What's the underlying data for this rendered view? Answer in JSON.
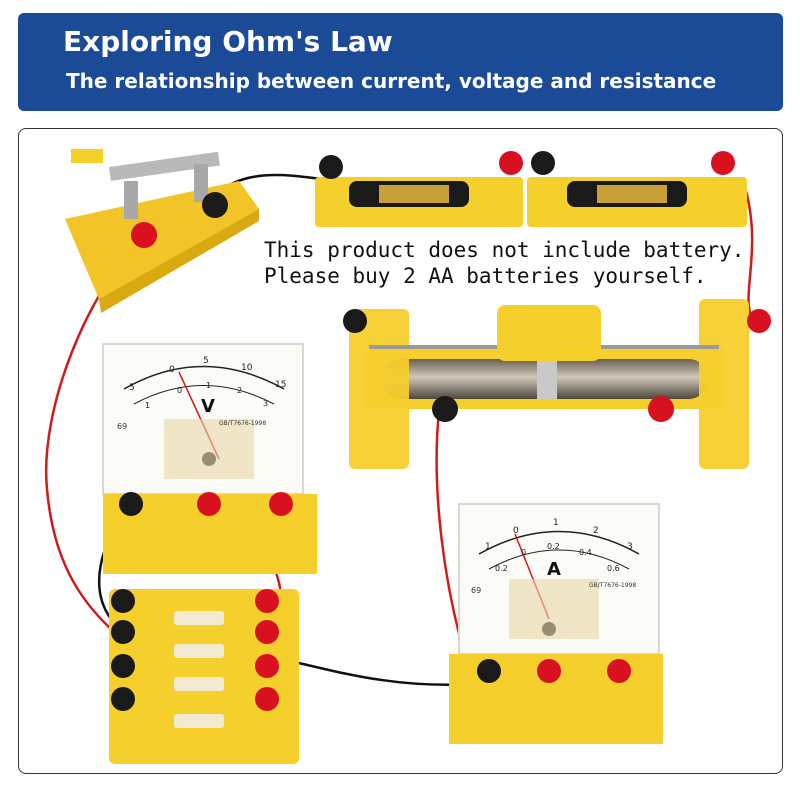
{
  "header": {
    "title": "Exploring Ohm's Law",
    "subtitle": "The relationship between current, voltage and resistance"
  },
  "notice": {
    "line1": "This product does not include battery.",
    "line2": "Please buy 2 AA batteries yourself."
  },
  "voltmeter": {
    "symbol": "V",
    "scale_top": [
      "5",
      "0",
      "5",
      "10",
      "15"
    ],
    "scale_bottom": [
      "1",
      "0",
      "1",
      "2",
      "3"
    ],
    "model": "69",
    "standard": "GB/T7676-1998"
  },
  "ammeter": {
    "symbol": "A",
    "scale_top": [
      "1",
      "0",
      "1",
      "2",
      "3"
    ],
    "scale_bottom": [
      "0.2",
      "0",
      "0.2",
      "0.4",
      "0.6"
    ],
    "model": "69",
    "standard": "GB/T7676-1998"
  },
  "colors": {
    "header_bg": "#1b4a96",
    "plastic_yellow": "#f5cf2c",
    "wire_red": "#d11a1a",
    "wire_black": "#111111",
    "terminal_red": "#d81020",
    "terminal_black": "#1a1a1a"
  }
}
